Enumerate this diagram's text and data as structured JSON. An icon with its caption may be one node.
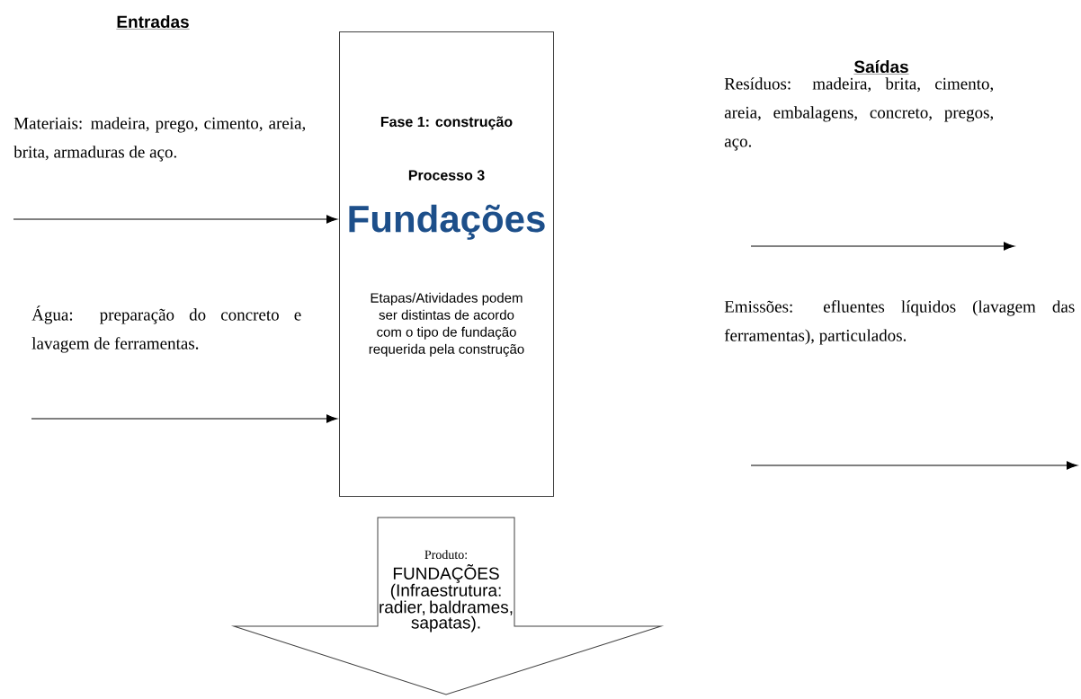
{
  "diagram": {
    "nodes": [
      {
        "text": [
          "Fase 1: construção",
          "Processo 3",
          "Fundações",
          "Etapas/Atividades podem ser distintas de acordo com o tipo de fundação requerida pela construção"
        ]
      },
      {
        "text": [
          "Materiais: madeira, prego, cimento, areia, brita, armaduras de aço."
        ]
      },
      {
        "text": [
          "Água: preparação do concreto e lavagem de ferramentas."
        ]
      },
      {
        "text": [
          "Resíduos: madeira, brita, cimento, areia, embalagens, concreto, pregos, aço."
        ]
      },
      {
        "text": [
          "Emissões: efluentes líquidos (lavagem das ferramentas), particulados."
        ]
      },
      {
        "text": [
          "Produto:",
          "FUNDAÇÕES (Infraestrutura: radier, baldrames, sapatas)."
        ]
      }
    ],
    "edges": [
      {
        "from": 1,
        "to": 0,
        "arrow": "to"
      },
      {
        "from": 2,
        "to": 0,
        "arrow": "to"
      }
    ],
    "labels": [
      "Entradas",
      "Saídas"
    ]
  }
}
